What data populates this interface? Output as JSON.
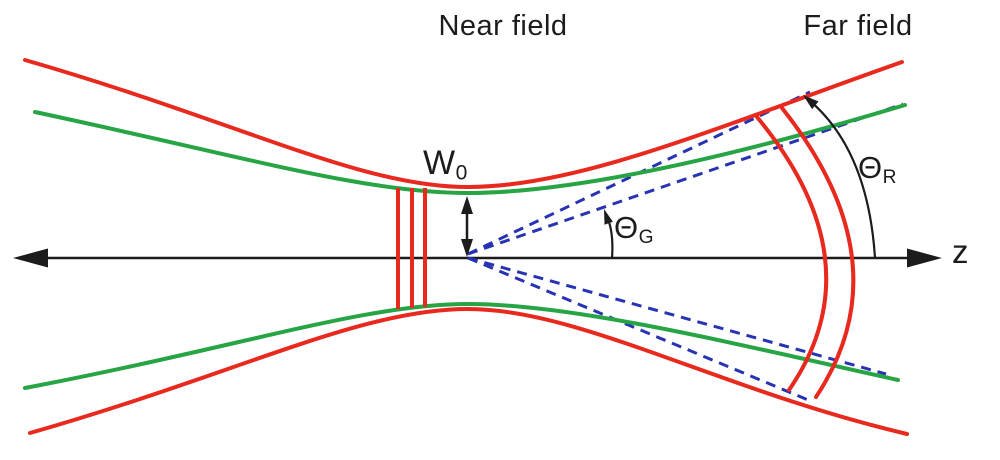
{
  "figure": {
    "labels": {
      "near_field": "Near field",
      "far_field": "Far field",
      "waist": {
        "base": "W",
        "sub": "0"
      },
      "theta_g": {
        "base": "Θ",
        "sub": "G"
      },
      "theta_r": {
        "base": "Θ",
        "sub": "R"
      },
      "z_axis": "z"
    },
    "colors": {
      "red_beam": "#e8291e",
      "green_beam": "#27a444",
      "blue_asymptote": "#2733b3",
      "axis_black": "#1c1c1c"
    }
  }
}
